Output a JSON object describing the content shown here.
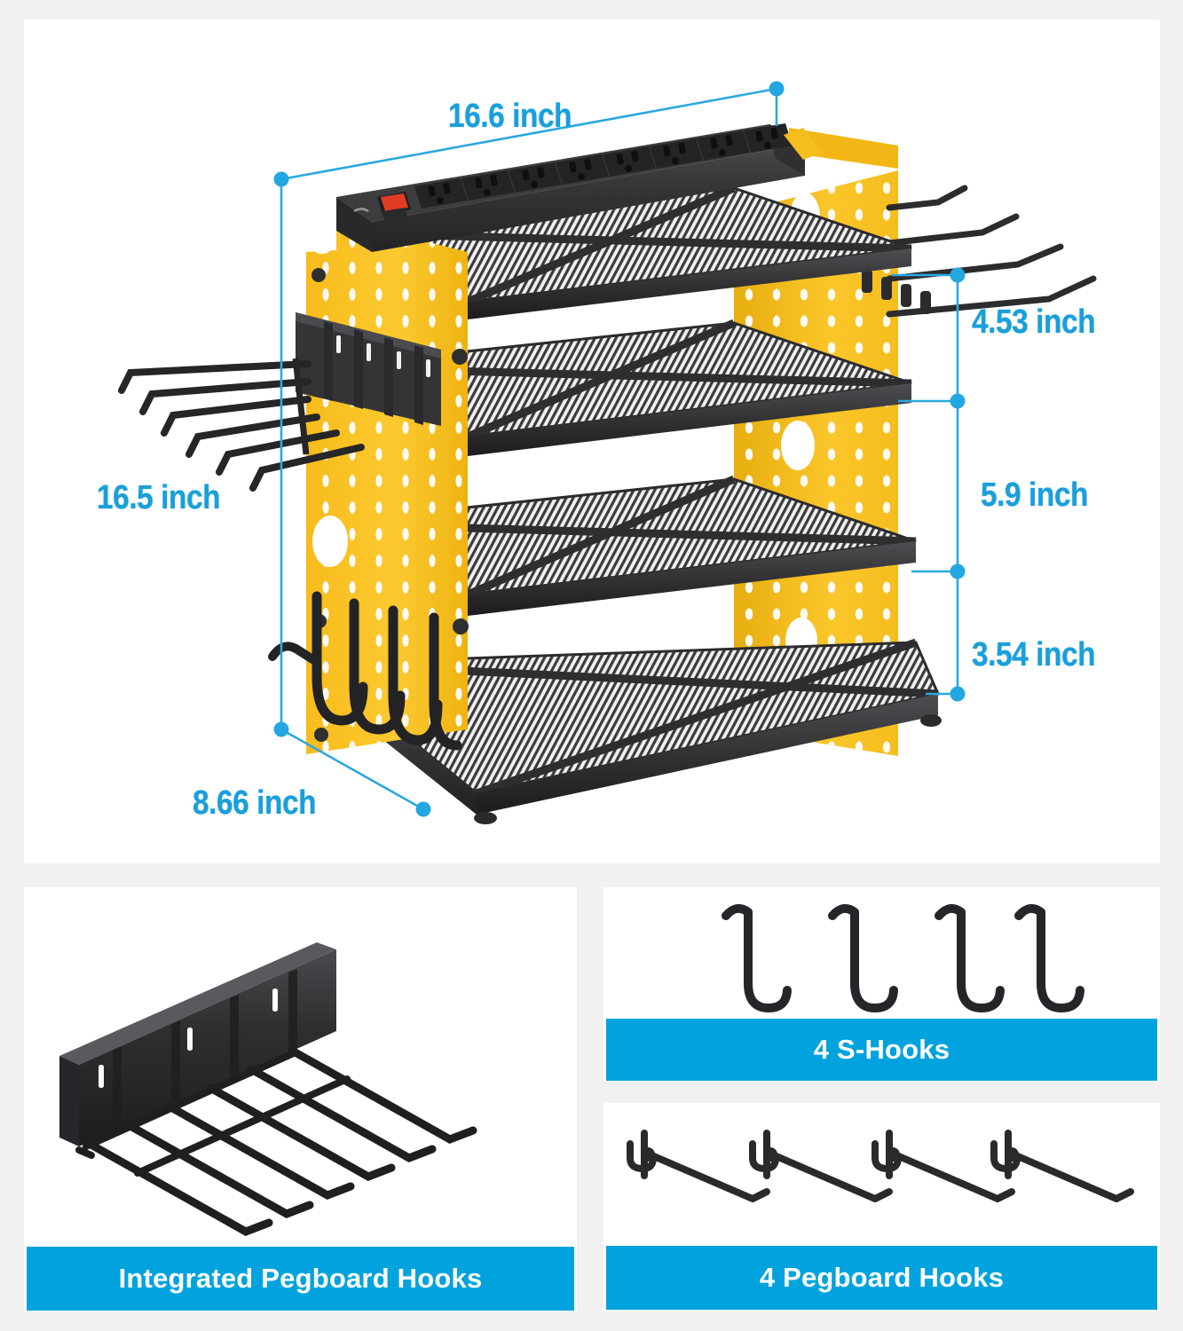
{
  "colors": {
    "accent_blue": "#00a3dd",
    "dimension_blue": "#1a9fda",
    "product_yellow": "#f9c524",
    "product_black": "#2e2e30",
    "page_background": "#f1f1f1",
    "panel_background": "#ffffff"
  },
  "main": {
    "dimensions": {
      "width": "16.6 inch",
      "height": "16.5 inch",
      "depth": "8.66 inch",
      "shelf_gap_top": "4.53 inch",
      "shelf_gap_middle": "5.9 inch",
      "shelf_gap_bottom": "3.54 inch"
    },
    "product": {
      "outlet_count": 8,
      "shelf_count": 4,
      "power_switch": "on-off-rocker-switch",
      "side_panel_style": "pegboard",
      "pegboard_hook_count_right": 4,
      "j_hook_count_left": 4,
      "wire_hook_rail_count": 6
    }
  },
  "panels": {
    "integrated_hooks": {
      "caption": "Integrated Pegboard Hooks",
      "item": "integrated-pegboard-hook-rail",
      "prong_count": 6
    },
    "s_hooks": {
      "caption": "4 S-Hooks",
      "item": "s-hook",
      "count": 4
    },
    "pegboard_hooks": {
      "caption": "4 Pegboard Hooks",
      "item": "pegboard-hook",
      "count": 4
    }
  }
}
